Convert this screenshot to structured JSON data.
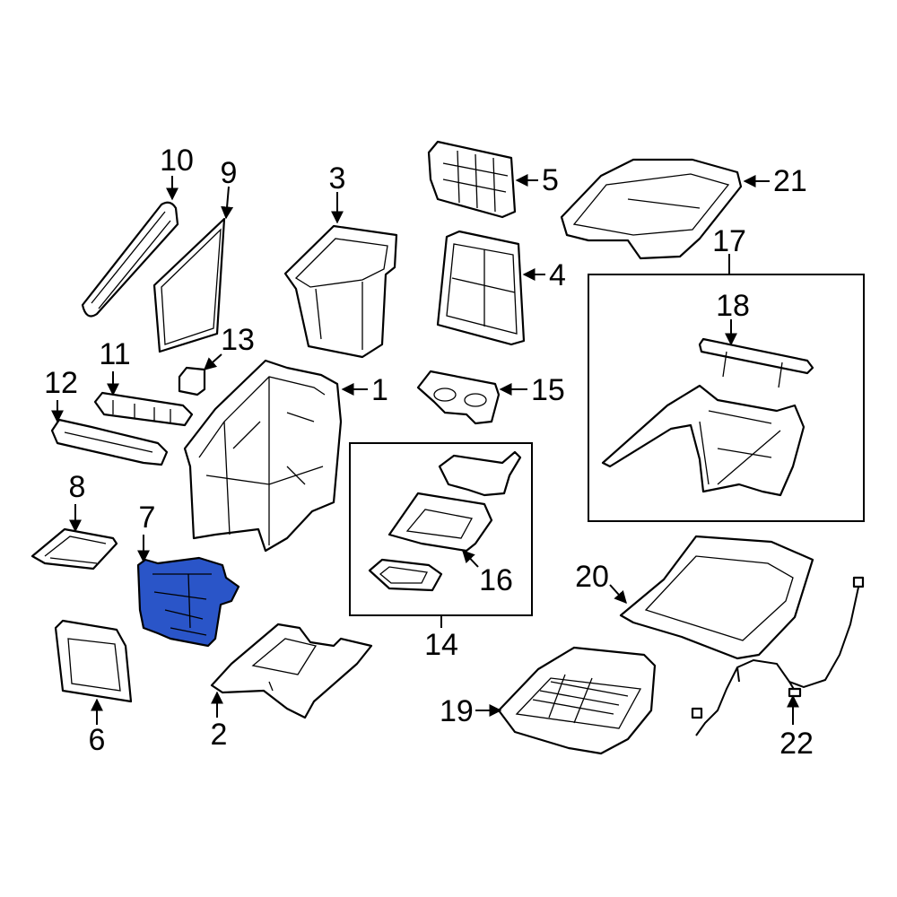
{
  "highlight_color": "#2a55c8",
  "line_color": "#000000",
  "background_color": "#ffffff",
  "callouts": [
    {
      "id": "1",
      "text": "1"
    },
    {
      "id": "2",
      "text": "2"
    },
    {
      "id": "3",
      "text": "3"
    },
    {
      "id": "4",
      "text": "4"
    },
    {
      "id": "5",
      "text": "5"
    },
    {
      "id": "6",
      "text": "6"
    },
    {
      "id": "7",
      "text": "7"
    },
    {
      "id": "8",
      "text": "8"
    },
    {
      "id": "9",
      "text": "9"
    },
    {
      "id": "10",
      "text": "10"
    },
    {
      "id": "11",
      "text": "11"
    },
    {
      "id": "12",
      "text": "12"
    },
    {
      "id": "13",
      "text": "13"
    },
    {
      "id": "14",
      "text": "14"
    },
    {
      "id": "15",
      "text": "15"
    },
    {
      "id": "16",
      "text": "16"
    },
    {
      "id": "17",
      "text": "17"
    },
    {
      "id": "18",
      "text": "18"
    },
    {
      "id": "19",
      "text": "19"
    },
    {
      "id": "20",
      "text": "20"
    },
    {
      "id": "21",
      "text": "21"
    },
    {
      "id": "22",
      "text": "22"
    }
  ],
  "highlighted_part": "7"
}
